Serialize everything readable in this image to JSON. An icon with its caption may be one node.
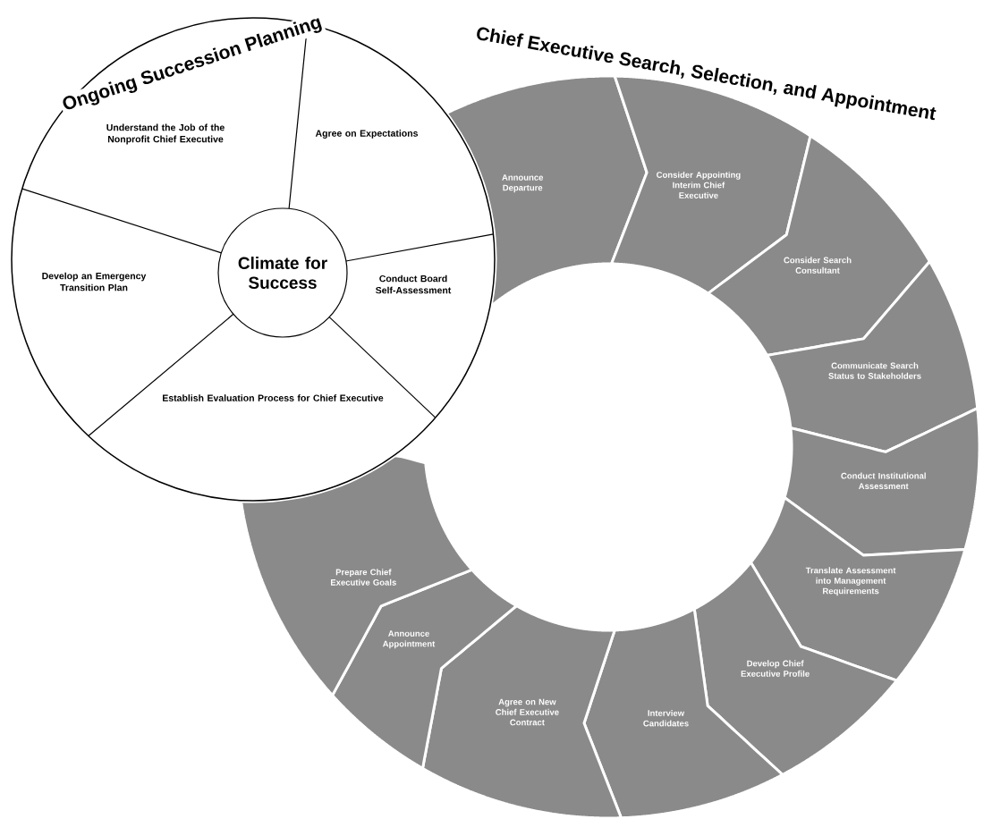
{
  "diagram": {
    "nodes": [
      {
        "text": [
          "Understand the Job of the Nonprofit Chief Executive"
        ]
      },
      {
        "text": [
          "Agree on Expectations"
        ]
      },
      {
        "text": [
          "Climate for Success"
        ]
      },
      {
        "text": [
          "Develop an Emergency Transition Plan"
        ]
      },
      {
        "text": [
          "Conduct Board Self-Assessment"
        ]
      },
      {
        "text": [
          "Establish Evaluation Process for Chief Executive"
        ]
      },
      {
        "text": [
          "Announce Departure"
        ]
      },
      {
        "text": [
          "Consider Appointing Interim Chief Executive"
        ]
      },
      {
        "text": [
          "Consider Search Consultant"
        ]
      },
      {
        "text": [
          "Communicate Search Status to Stakeholders"
        ]
      },
      {
        "text": [
          "Conduct Institutional Assessment"
        ]
      },
      {
        "text": [
          "Translate Assessment into Management Requirements"
        ]
      },
      {
        "text": [
          "Develop Chief Executive Profile"
        ]
      },
      {
        "text": [
          "Interview Candidates"
        ]
      },
      {
        "text": [
          "Agree on New Chief Executive Contract"
        ]
      },
      {
        "text": [
          "Announce Appointment"
        ]
      },
      {
        "text": [
          "Prepare Chief Executive Goals"
        ]
      }
    ],
    "labels": [
      "Ongoing Succession Planning",
      "Chief Executive Search, Selection, and Appointment"
    ]
  }
}
